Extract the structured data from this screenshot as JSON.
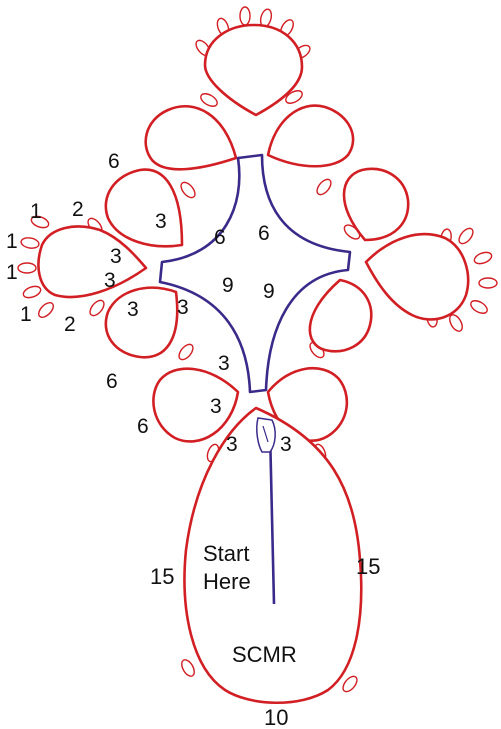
{
  "labels": {
    "start_line1": "Start",
    "start_line2": "Here",
    "scmr": "SCMR",
    "left_15": "15",
    "right_15": "15",
    "bottom_10": "10",
    "six_a": "6",
    "six_b": "6",
    "six_c": "6",
    "six_d": "6",
    "six_e": "6",
    "nine_a": "9",
    "nine_b": "9",
    "two_a": "2",
    "two_b": "2",
    "one_a": "1",
    "one_b": "1",
    "one_c": "1",
    "one_d": "1",
    "three_a": "3",
    "three_b": "3",
    "three_c": "3",
    "three_d": "3",
    "three_e": "3",
    "three_f": "3",
    "three_g": "3",
    "three_h": "3",
    "three_i": "3"
  },
  "colors": {
    "ring": "#d11f24",
    "chain": "#3b2a8a",
    "text": "#111111"
  },
  "icons": {
    "shuttle": "shuttle-icon"
  }
}
